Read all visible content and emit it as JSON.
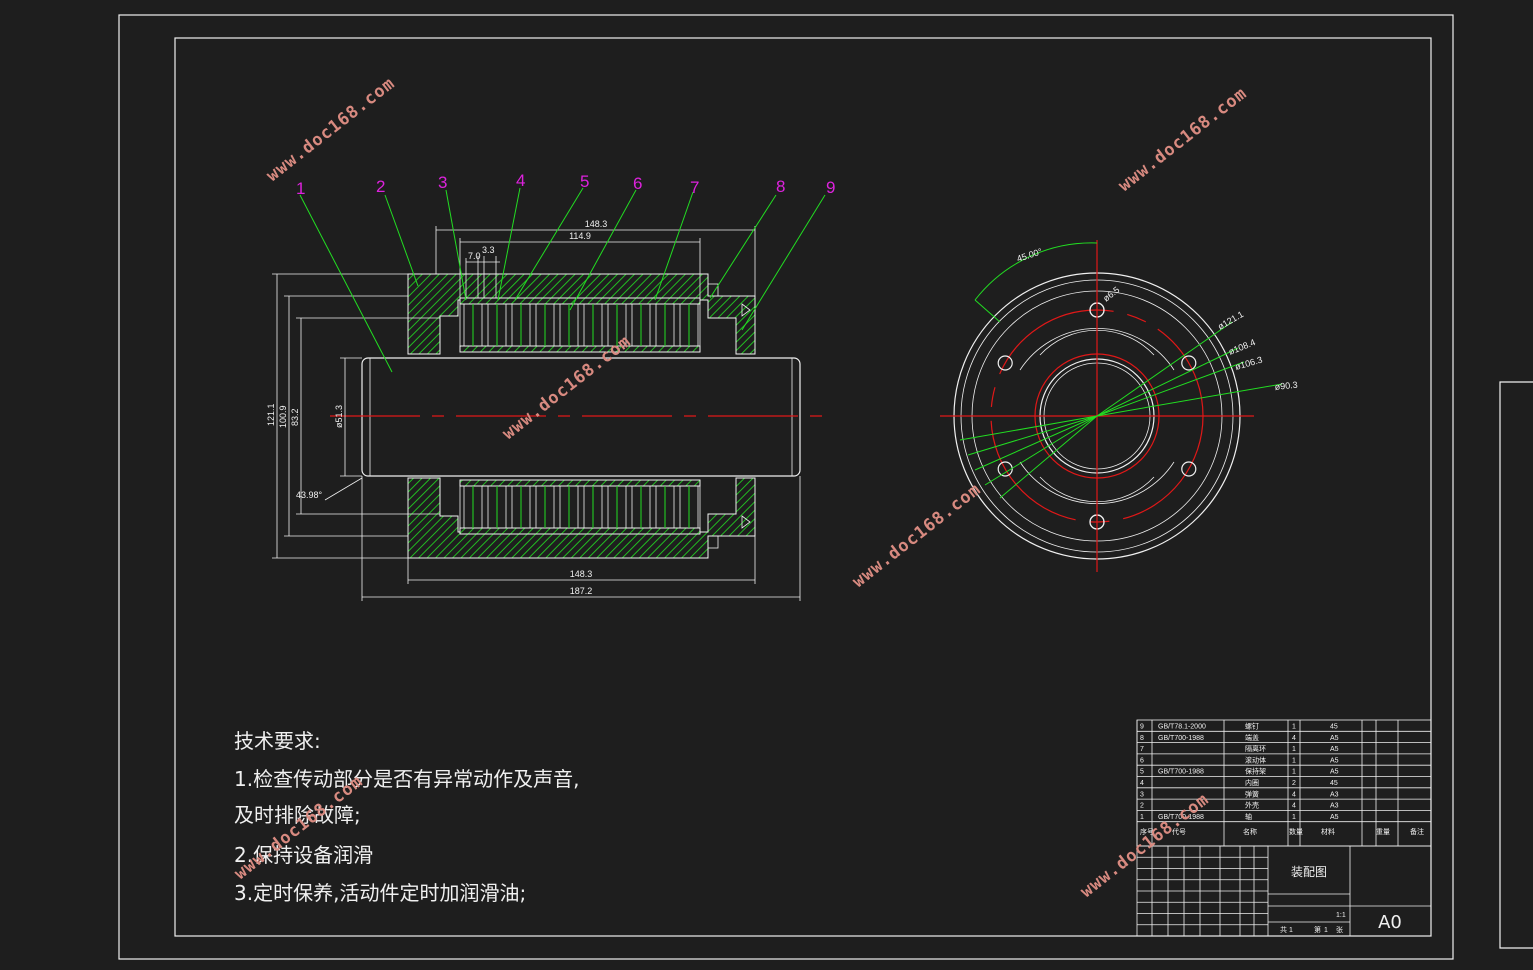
{
  "part_numbers": [
    "1",
    "2",
    "3",
    "4",
    "5",
    "6",
    "7",
    "8",
    "9"
  ],
  "dimensions": {
    "top_overall": "148.3",
    "top_inner": "114.9",
    "pitch_a": "7.0",
    "pitch_b": "3.3",
    "bottom_inner": "148.3",
    "bottom_overall": "187.2",
    "dia_121": "121.1",
    "dia_100": "100.9",
    "dia_83": "83.2",
    "dia_51": "ø51.3",
    "angle_side": "43.98°",
    "angle_top": "45.00°",
    "circle_d1": "ø6.5",
    "circle_d2": "ø121.1",
    "circle_d3": "ø108.4",
    "circle_d4": "ø106.3",
    "circle_d5": "ø90.3"
  },
  "tech_requirements": {
    "title": "技术要求:",
    "line1": "1.检查传动部分是否有异常动作及声音,",
    "line2": "及时排除故障;",
    "line3": "2.保持设备润滑",
    "line4": "3.定时保养,活动件定时加润滑油;"
  },
  "parts_list": [
    {
      "no": "9",
      "code": "GB/T78.1-2000",
      "name": "螺钉",
      "qty": "1",
      "mat": "45"
    },
    {
      "no": "8",
      "code": "GB/T700-1988",
      "name": "端盖",
      "qty": "4",
      "mat": "A5"
    },
    {
      "no": "7",
      "code": "",
      "name": "隔离环",
      "qty": "1",
      "mat": "A5"
    },
    {
      "no": "6",
      "code": "",
      "name": "滚动体",
      "qty": "1",
      "mat": "A5"
    },
    {
      "no": "5",
      "code": "GB/T700-1988",
      "name": "保持架",
      "qty": "1",
      "mat": "A5"
    },
    {
      "no": "4",
      "code": "",
      "name": "内圈",
      "qty": "2",
      "mat": "45"
    },
    {
      "no": "3",
      "code": "",
      "name": "弹簧",
      "qty": "4",
      "mat": "A3"
    },
    {
      "no": "2",
      "code": "",
      "name": "外壳",
      "qty": "4",
      "mat": "A3"
    },
    {
      "no": "1",
      "code": "GB/T700-1988",
      "name": "轴",
      "qty": "1",
      "mat": "A5"
    }
  ],
  "parts_header": {
    "no": "序号",
    "code": "代号",
    "name": "名称",
    "qty": "数量",
    "mat": "材料",
    "weight": "重量",
    "note": "备注"
  },
  "title_block": {
    "drawing_name": "装配图",
    "sheet_size": "A0",
    "scale": "1:1",
    "total_label": "共",
    "total": "1",
    "sheet_label": "第",
    "sheet": "1",
    "zhang": "张"
  },
  "watermark": "www.doc168.com"
}
